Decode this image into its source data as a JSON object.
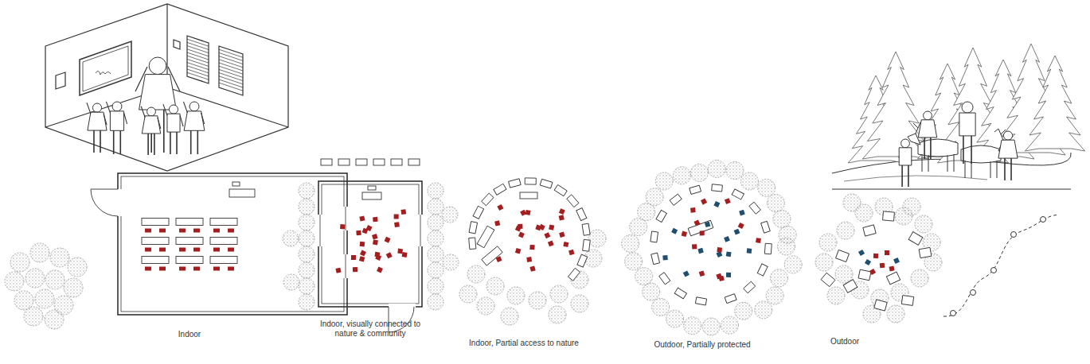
{
  "diagram": {
    "labels": [
      "Indoor",
      "Indoor, visually connected to nature & community",
      "Indoor, Partial access to nature",
      "Outdoor, Partially protected",
      "Outdoor"
    ]
  }
}
